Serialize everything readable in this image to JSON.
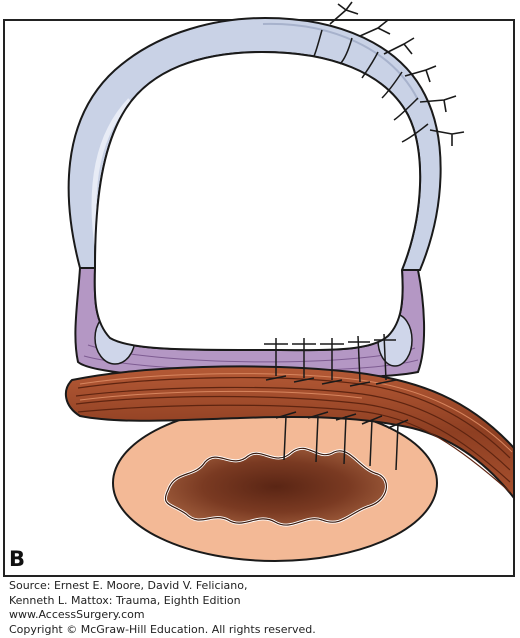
{
  "figure": {
    "panel_label": "B",
    "source_lines": [
      "Source: Ernest E. Moore, David V. Feliciano,",
      "Kenneth L. Mattox: Trauma, Eighth Edition",
      "www.AccessSurgery.com",
      "Copyright © McGraw-Hill Education. All rights reserved."
    ]
  },
  "colors": {
    "cartilage_ring": "#c9d2e6",
    "membranous_wall": "#b595c4",
    "muscle_flap": "#9b4a2e",
    "esophagus_wall": "#f2b898",
    "esophagus_lumen": "#7a3a22",
    "suture": "#1a1a1a"
  }
}
